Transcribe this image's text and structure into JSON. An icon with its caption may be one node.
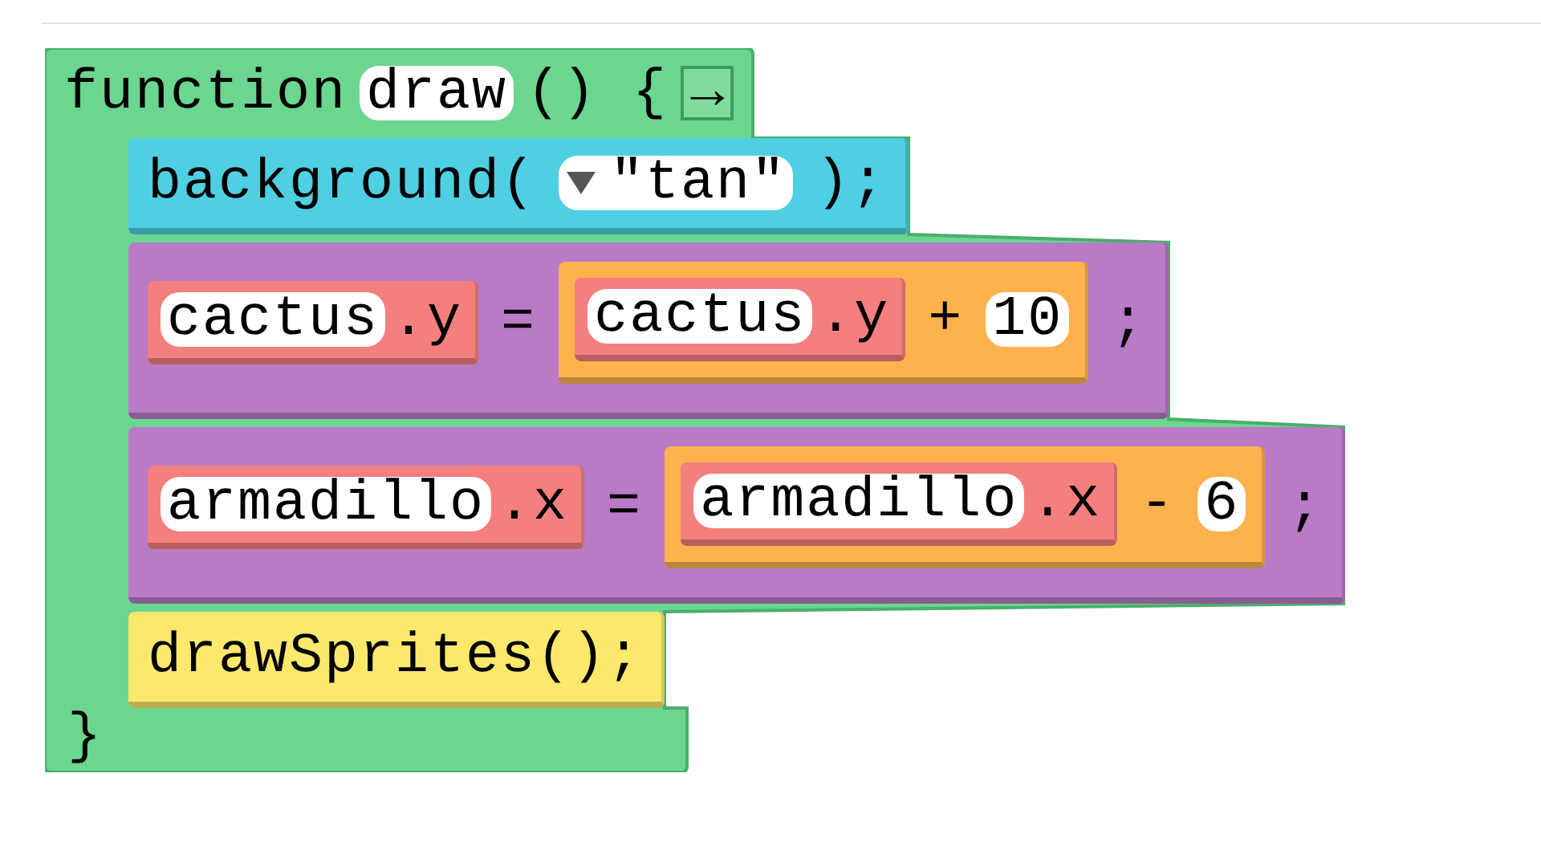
{
  "diagram": {
    "nodes": [
      {
        "text": [
          "function",
          "() {",
          "}"
        ]
      },
      {
        "text": [
          "draw"
        ],
        "in": 0
      },
      {
        "text": [
          "→"
        ],
        "in": 0
      },
      {
        "text": [
          "background(",
          ");"
        ],
        "in": 0
      },
      {
        "text": [
          "\"tan\""
        ],
        "in": 3
      },
      {
        "text": [
          "=",
          ";"
        ],
        "in": 0
      },
      {
        "text": [
          ".y"
        ],
        "in": 5
      },
      {
        "text": [
          "cactus"
        ],
        "in": 6
      },
      {
        "text": [
          "+"
        ],
        "in": 5
      },
      {
        "text": [
          ".y"
        ],
        "in": 8
      },
      {
        "text": [
          "cactus"
        ],
        "in": 9
      },
      {
        "text": [
          "10"
        ],
        "in": 8
      },
      {
        "text": [
          "=",
          ";"
        ],
        "in": 0
      },
      {
        "text": [
          ".x"
        ],
        "in": 12
      },
      {
        "text": [
          "armadillo"
        ],
        "in": 13
      },
      {
        "text": [
          "-"
        ],
        "in": 12
      },
      {
        "text": [
          ".x"
        ],
        "in": 15
      },
      {
        "text": [
          "armadillo"
        ],
        "in": 16
      },
      {
        "text": [
          "6"
        ],
        "in": 15
      },
      {
        "text": [
          "drawSprites();"
        ],
        "in": 0
      }
    ],
    "edges": []
  }
}
